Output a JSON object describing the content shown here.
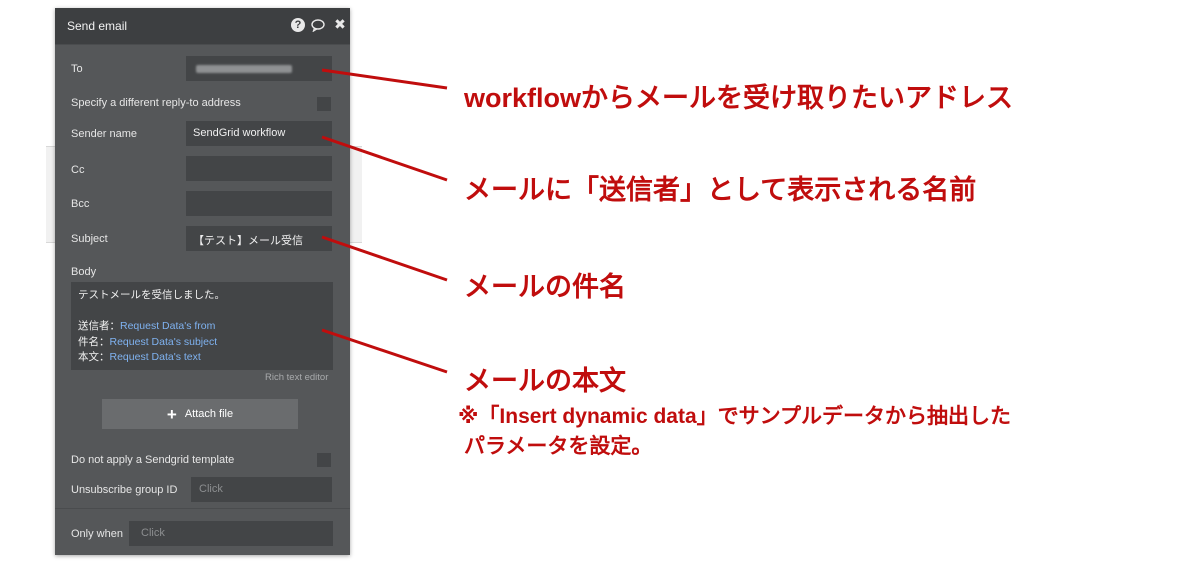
{
  "panel": {
    "title": "Send email",
    "fields": {
      "to_label": "To",
      "reply_to_label": "Specify a different reply-to address",
      "sender_name_label": "Sender name",
      "sender_name_value": "SendGrid workflow",
      "cc_label": "Cc",
      "bcc_label": "Bcc",
      "subject_label": "Subject",
      "subject_value": "【テスト】メール受信",
      "body_label": "Body"
    },
    "body": {
      "line1": "テストメールを受信しました。",
      "sender_prefix": "送信者：",
      "sender_dynamic": "Request Data's from",
      "subject_prefix": "件名：",
      "subject_dynamic": "Request Data's subject",
      "text_prefix": "本文：",
      "text_dynamic": "Request Data's text"
    },
    "rich_text_editor": "Rich text editor",
    "attach_file": "Attach file",
    "no_template_label": "Do not apply a Sendgrid template",
    "unsubscribe_label": "Unsubscribe group ID",
    "unsubscribe_placeholder": "Click",
    "only_when_label": "Only when",
    "only_when_placeholder": "Click"
  },
  "annotations": {
    "to": "workflowからメールを受け取りたいアドレス",
    "sender": "メールに「送信者」として表示される名前",
    "subject": "メールの件名",
    "body_title": "メールの本文",
    "body_note1": "※「Insert dynamic data」でサンプルデータから抽出した",
    "body_note2": "パラメータを設定。"
  },
  "colors": {
    "panel": "#555759",
    "header": "#3d3f41",
    "field": "#434547",
    "dynamic_text": "#7fb2f0",
    "annotation": "#c00d0d"
  }
}
